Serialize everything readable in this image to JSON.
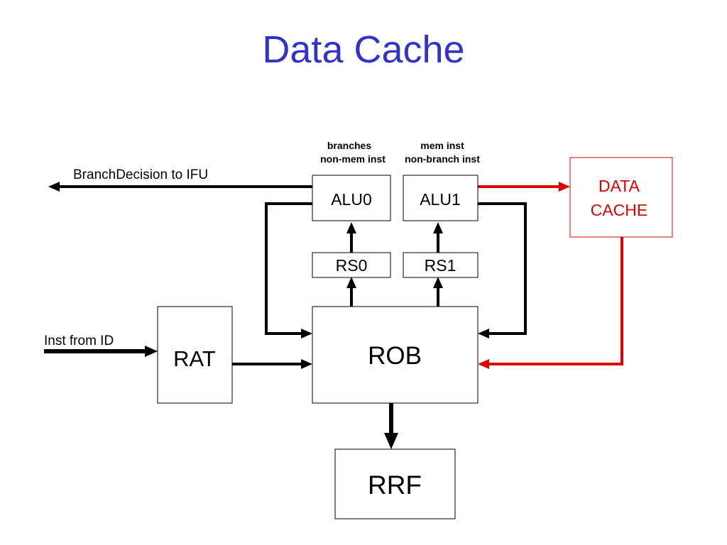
{
  "title": "Data Cache",
  "colors": {
    "title": "#3333cc",
    "data_cache": "#e00000",
    "lines": "#000000"
  },
  "blocks": {
    "alu0": "ALU0",
    "alu1": "ALU1",
    "rs0": "RS0",
    "rs1": "RS1",
    "rat": "RAT",
    "rob": "ROB",
    "rrf": "RRF",
    "data_cache_line1": "DATA",
    "data_cache_line2": "CACHE"
  },
  "annotations": {
    "alu0_line1": "branches",
    "alu0_line2": "non-mem inst",
    "alu1_line1": "mem inst",
    "alu1_line2": "non-branch inst"
  },
  "signals": {
    "branch_decision": "BranchDecision to IFU",
    "inst_from_id": "Inst from ID"
  }
}
